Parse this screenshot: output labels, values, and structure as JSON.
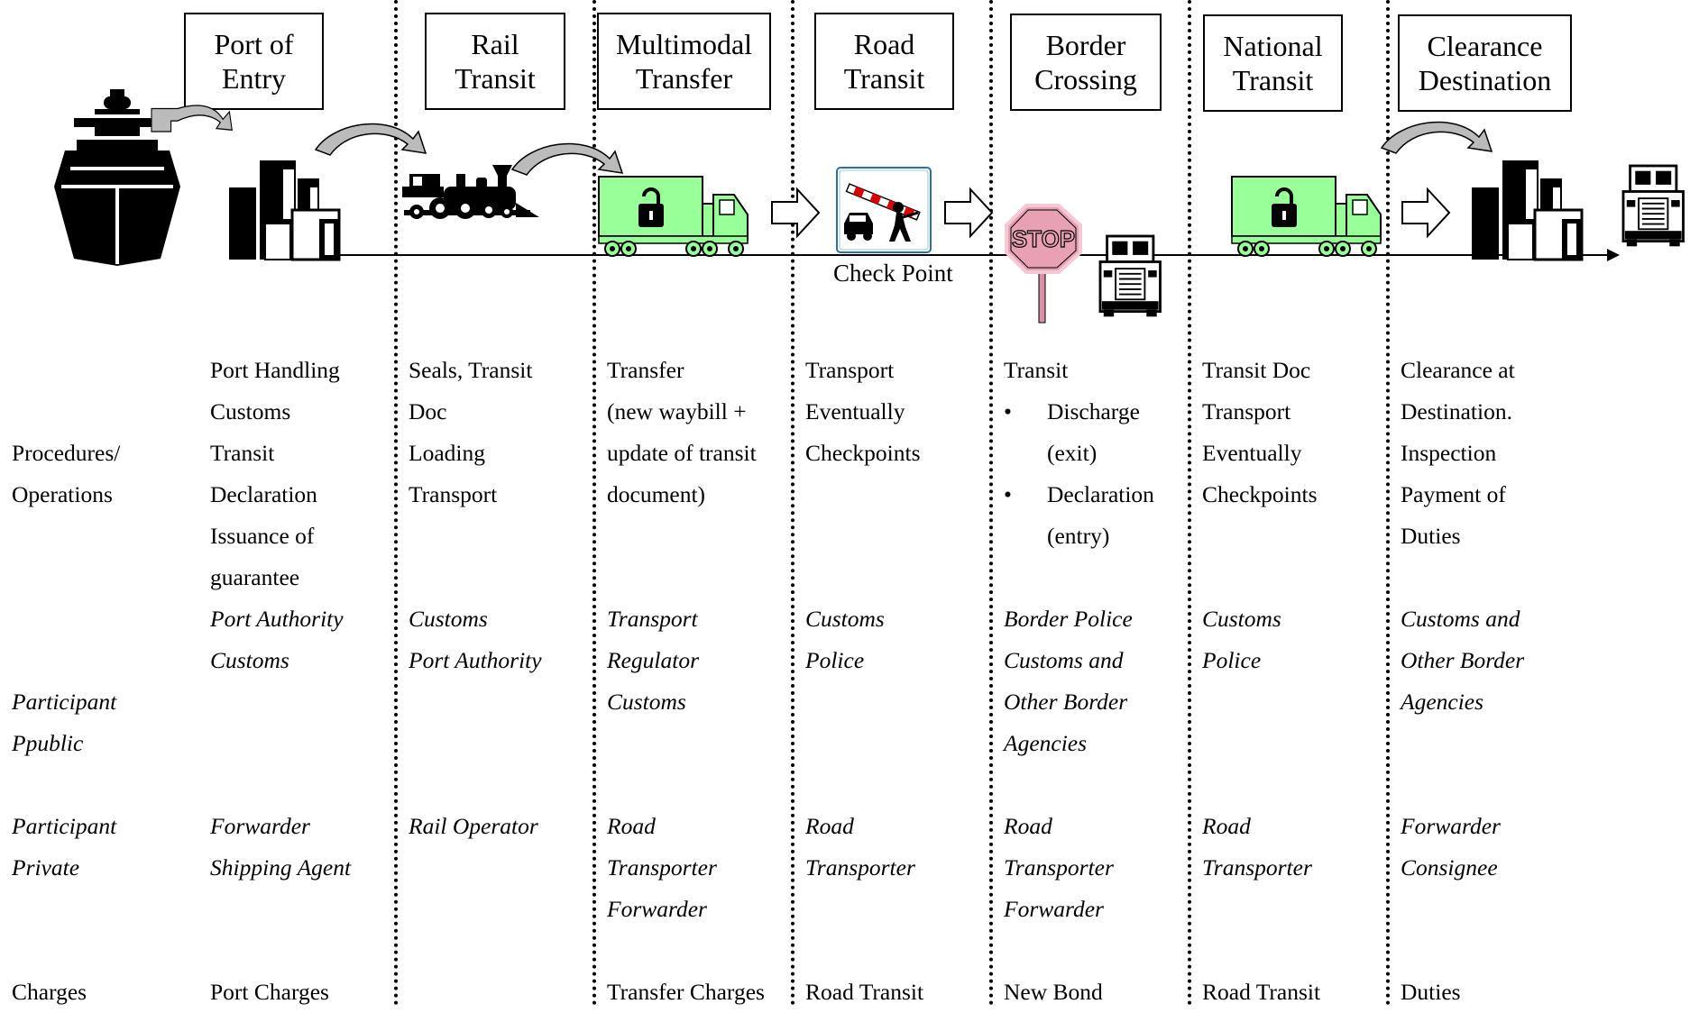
{
  "stages": [
    {
      "id": "port-of-entry",
      "l1": "Port of",
      "l2": "Entry"
    },
    {
      "id": "rail-transit",
      "l1": "Rail",
      "l2": "Transit"
    },
    {
      "id": "multimodal-transfer",
      "l1": "Multimodal",
      "l2": "Transfer"
    },
    {
      "id": "road-transit",
      "l1": "Road",
      "l2": "Transit"
    },
    {
      "id": "border-crossing",
      "l1": "Border",
      "l2": "Crossing"
    },
    {
      "id": "national-transit",
      "l1": "National",
      "l2": "Transit"
    },
    {
      "id": "clearance-destination",
      "l1": "Clearance",
      "l2": "Destination"
    }
  ],
  "icons": {
    "checkpoint_caption": "Check Point",
    "stop_sign_text": "STOP",
    "colors": {
      "truck": "#99ff99",
      "stop": "#e8a0b4",
      "stop_border": "#f5c8d5"
    }
  },
  "rows": {
    "procedures": {
      "label1": "Procedures/",
      "label2": "Operations"
    },
    "public": {
      "label1": "Participant",
      "label2": "Ppublic"
    },
    "private": {
      "label1": "Participant",
      "label2": "Private"
    },
    "charges": {
      "label1": "Charges"
    }
  },
  "procedures": [
    [
      "Port Handling",
      "Customs",
      "Transit",
      "Declaration",
      "Issuance of",
      "guarantee"
    ],
    [
      "Seals, Transit",
      "Doc",
      "Loading",
      "Transport"
    ],
    [
      "Transfer",
      "(new waybill +",
      "update of transit",
      "document)"
    ],
    [
      "Transport",
      "Eventually",
      "Checkpoints"
    ],
    {
      "intro": "Transit",
      "bullets": [
        "Discharge",
        "(exit)",
        "Declaration",
        "(entry)"
      ]
    },
    [
      "Transit Doc",
      "Transport",
      "Eventually",
      "Checkpoints"
    ],
    [
      "Clearance at",
      "Destination.",
      "Inspection",
      "Payment of",
      "Duties"
    ]
  ],
  "public": [
    [
      "Port Authority",
      "Customs"
    ],
    [
      "Customs",
      "Port Authority"
    ],
    [
      "Transport",
      "Regulator",
      "Customs"
    ],
    [
      "Customs",
      "Police"
    ],
    [
      "Border Police",
      "Customs and",
      "Other Border",
      "Agencies"
    ],
    [
      "Customs",
      "Police"
    ],
    [
      "Customs and",
      "Other Border",
      "Agencies"
    ]
  ],
  "private": [
    [
      "Forwarder",
      "Shipping Agent"
    ],
    [
      "Rail Operator"
    ],
    [
      "Road",
      "Transporter",
      "Forwarder"
    ],
    [
      "Road",
      "Transporter"
    ],
    [
      "Road",
      "Transporter",
      "Forwarder"
    ],
    [
      "Road",
      "Transporter"
    ],
    [
      "Forwarder",
      "Consignee"
    ]
  ],
  "charges": [
    "Port Charges",
    "",
    "Transfer Charges",
    "Road Transit",
    "New Bond",
    "Road Transit",
    "Duties"
  ]
}
